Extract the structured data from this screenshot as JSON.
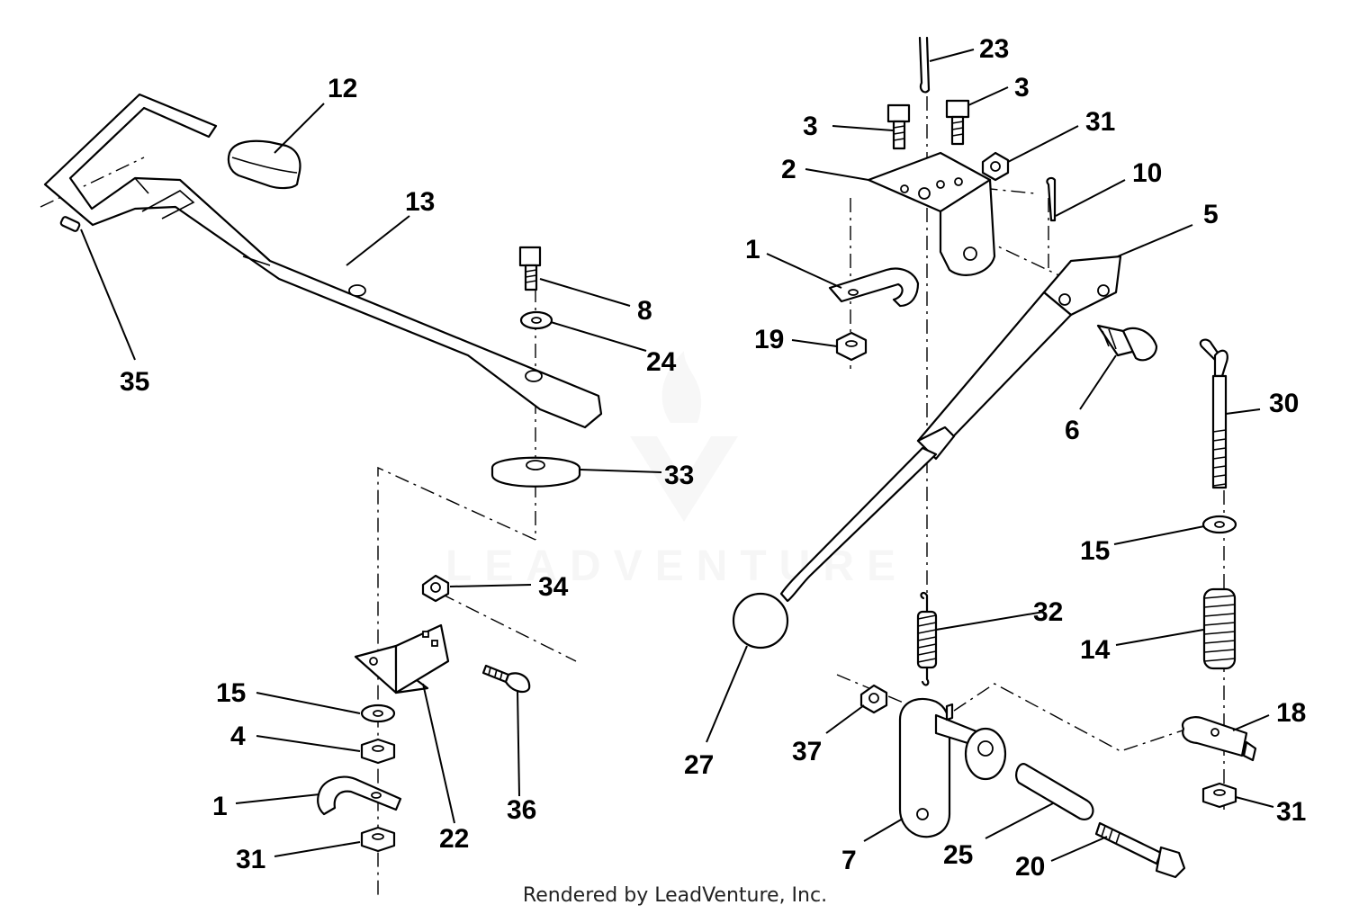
{
  "footer": "Rendered by LeadVenture, Inc.",
  "watermark": "LEADVENTURE",
  "colors": {
    "line": "#000000",
    "background": "#ffffff",
    "watermark": "#eeeeee"
  },
  "callouts": [
    {
      "id": "c12",
      "label": "12"
    },
    {
      "id": "c13",
      "label": "13"
    },
    {
      "id": "c35",
      "label": "35"
    },
    {
      "id": "c8",
      "label": "8"
    },
    {
      "id": "c24",
      "label": "24"
    },
    {
      "id": "c33",
      "label": "33"
    },
    {
      "id": "c34",
      "label": "34"
    },
    {
      "id": "c15a",
      "label": "15"
    },
    {
      "id": "c4",
      "label": "4"
    },
    {
      "id": "c1a",
      "label": "1"
    },
    {
      "id": "c31a",
      "label": "31"
    },
    {
      "id": "c22",
      "label": "22"
    },
    {
      "id": "c36",
      "label": "36"
    },
    {
      "id": "c23",
      "label": "23"
    },
    {
      "id": "c3a",
      "label": "3"
    },
    {
      "id": "c3b",
      "label": "3"
    },
    {
      "id": "c31b",
      "label": "31"
    },
    {
      "id": "c2",
      "label": "2"
    },
    {
      "id": "c10",
      "label": "10"
    },
    {
      "id": "c5",
      "label": "5"
    },
    {
      "id": "c1b",
      "label": "1"
    },
    {
      "id": "c19",
      "label": "19"
    },
    {
      "id": "c6",
      "label": "6"
    },
    {
      "id": "c30",
      "label": "30"
    },
    {
      "id": "c15b",
      "label": "15"
    },
    {
      "id": "c32",
      "label": "32"
    },
    {
      "id": "c14",
      "label": "14"
    },
    {
      "id": "c18",
      "label": "18"
    },
    {
      "id": "c31c",
      "label": "31"
    },
    {
      "id": "c27",
      "label": "27"
    },
    {
      "id": "c37",
      "label": "37"
    },
    {
      "id": "c7",
      "label": "7"
    },
    {
      "id": "c25",
      "label": "25"
    },
    {
      "id": "c20",
      "label": "20"
    }
  ]
}
